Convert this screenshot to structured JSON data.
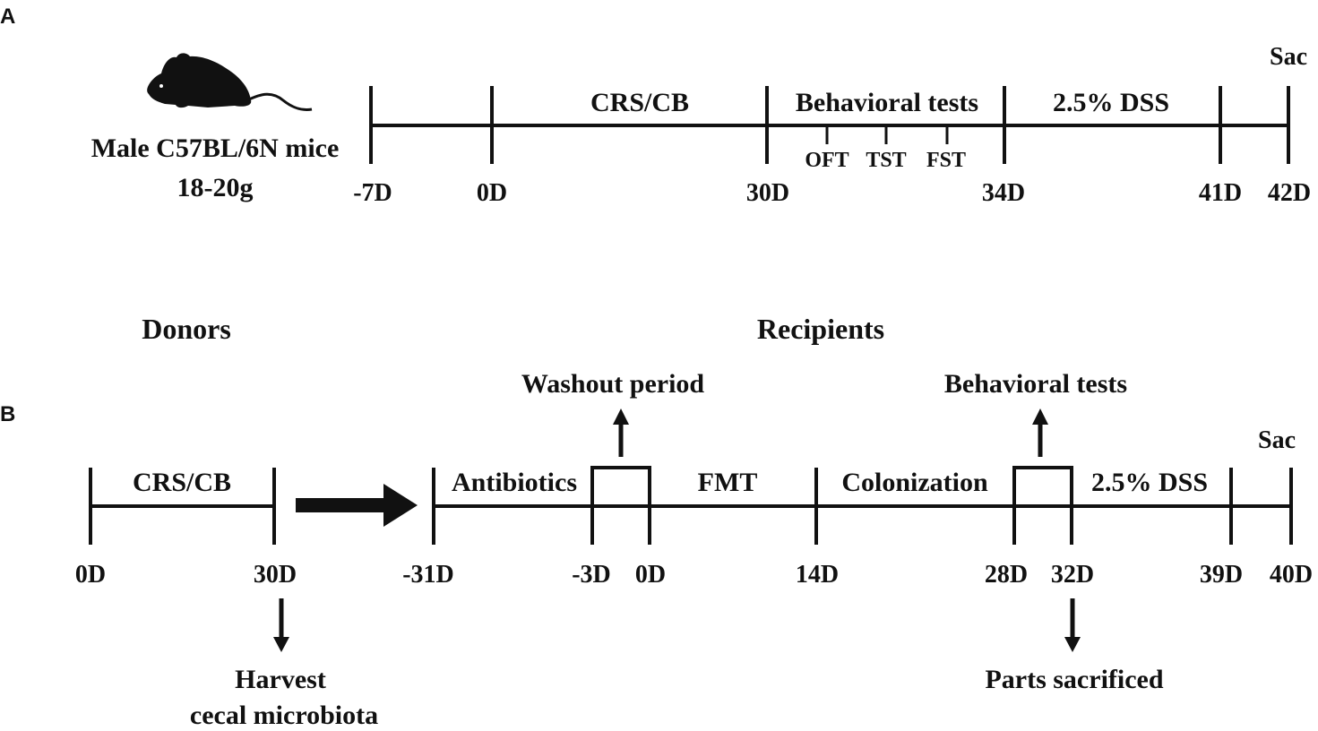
{
  "panel_a": {
    "label": "A",
    "subject_line1": "Male C57BL/6N mice",
    "subject_line2": "18-20g",
    "sac": "Sac",
    "phases": {
      "crs_cb": "CRS/CB",
      "behavioral_tests": "Behavioral tests",
      "dss": "2.5% DSS"
    },
    "tests": [
      "OFT",
      "TST",
      "FST"
    ],
    "days": [
      "-7D",
      "0D",
      "30D",
      "34D",
      "41D",
      "42D"
    ]
  },
  "panel_b": {
    "label": "B",
    "donors": "Donors",
    "recipients": "Recipients",
    "crs_cb": "CRS/CB",
    "antibiotics": "Antibiotics",
    "washout": "Washout period",
    "fmt": "FMT",
    "colonization": "Colonization",
    "behavioral_tests": "Behavioral tests",
    "dss": "2.5% DSS",
    "sac": "Sac",
    "harvest_line1": "Harvest",
    "harvest_line2": "cecal microbiota",
    "parts_sacrificed": "Parts sacrificed",
    "days": [
      "0D",
      "30D",
      "-31D",
      "-3D",
      "0D",
      "14D",
      "28D",
      "32D",
      "39D",
      "40D"
    ]
  },
  "colors": {
    "ink": "#111111",
    "background": "#ffffff"
  },
  "icons": [
    "mouse-icon"
  ]
}
